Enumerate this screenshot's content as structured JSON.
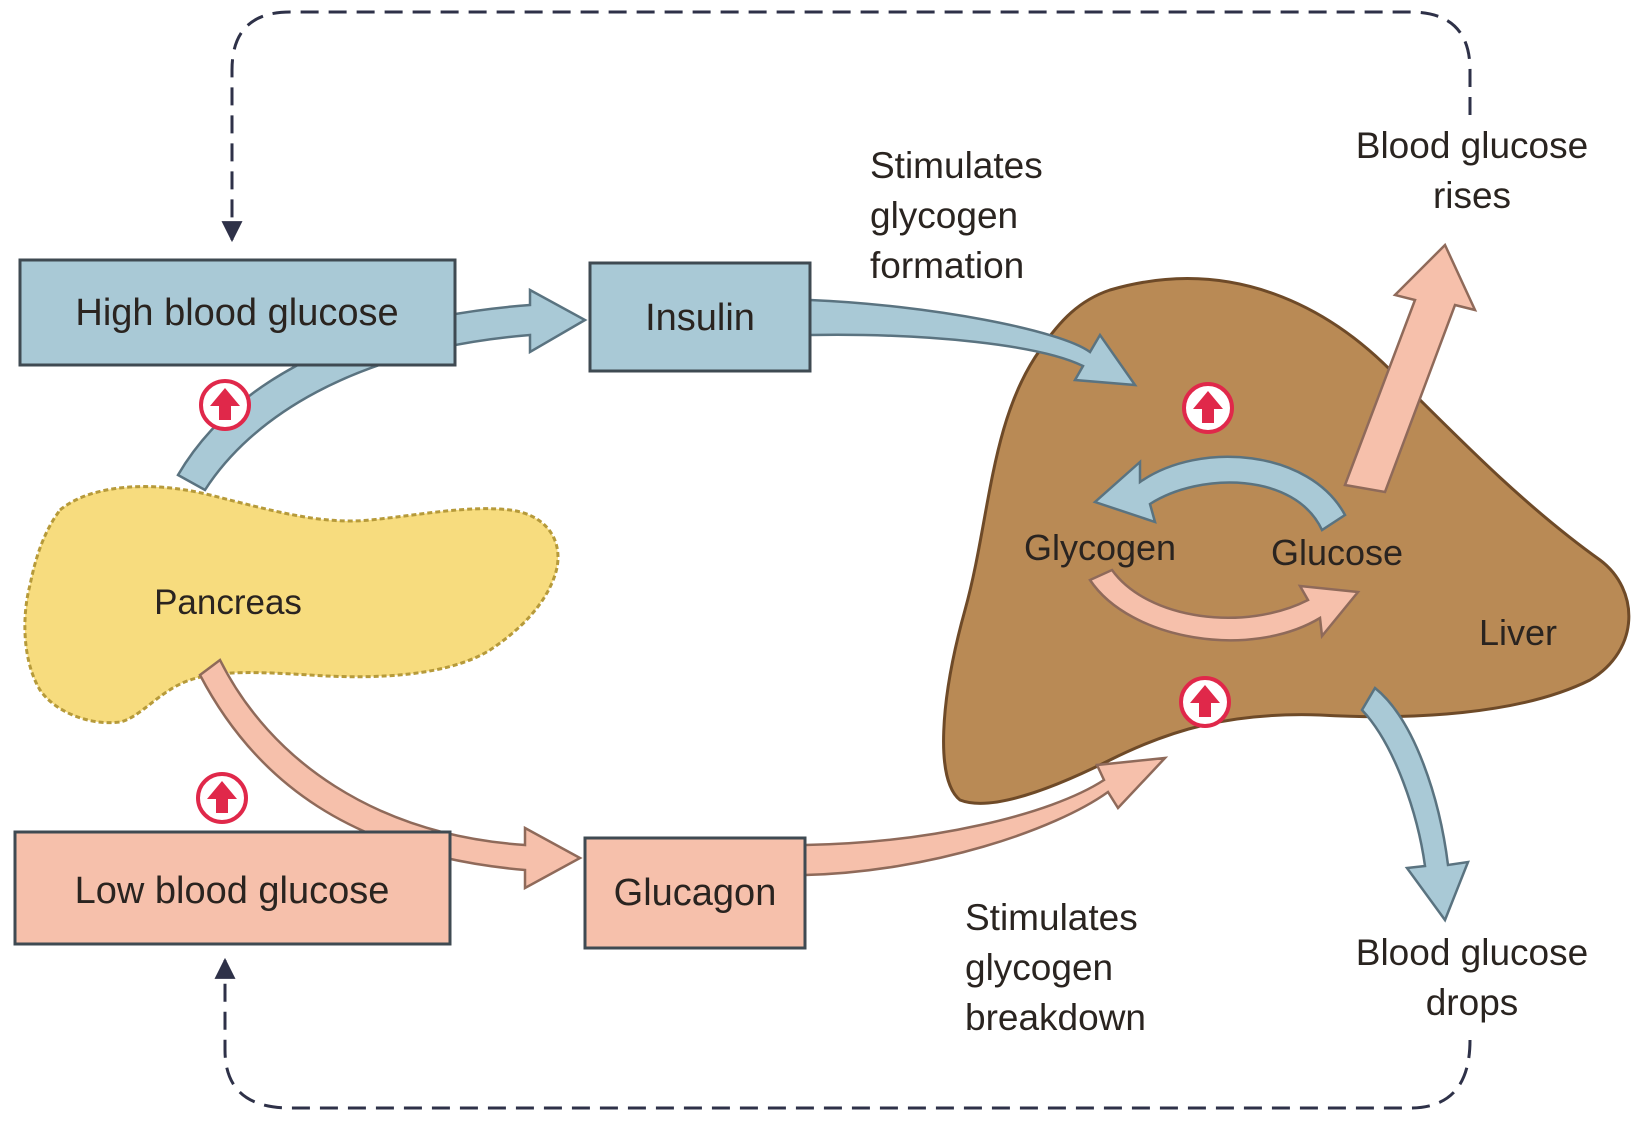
{
  "boxes": {
    "high_blood_glucose": "High blood glucose",
    "insulin": "Insulin",
    "low_blood_glucose": "Low blood glucose",
    "glucagon": "Glucagon"
  },
  "organs": {
    "pancreas": "Pancreas",
    "liver": "Liver"
  },
  "liver_cycle": {
    "glycogen": "Glycogen",
    "glucose": "Glucose"
  },
  "captions": {
    "insulin_effect": [
      "Stimulates",
      "glycogen",
      "formation"
    ],
    "glucagon_effect": [
      "Stimulates",
      "glycogen",
      "breakdown"
    ],
    "glucose_rises": [
      "Blood glucose",
      "rises"
    ],
    "glucose_drops": [
      "Blood glucose",
      "drops"
    ]
  },
  "colors": {
    "blue_path": "#a9c9d6",
    "pink_path": "#f6c0ab",
    "pancreas": "#f7dc7e",
    "liver": "#b98a55",
    "stimulus_marker": "#e0284a",
    "feedback_line": "#2e3148"
  }
}
